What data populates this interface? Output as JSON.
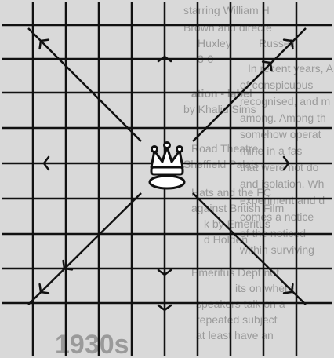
{
  "diagram": {
    "kind": "chess queen movement grid",
    "piece": {
      "name": "queen",
      "icon": "crown-icon"
    },
    "grid": {
      "columns": 8,
      "rows": 8
    },
    "directions": [
      "up",
      "down",
      "left",
      "right",
      "up-left",
      "up-right",
      "down-left",
      "down-right"
    ]
  },
  "bleed_through": {
    "lines": [
      "starring William H",
      "Brown and directe",
      "Russell.",
      "In recent years, A",
      "of conspicuous",
      "recognised, and m",
      "among. Among th",
      "somehow operat",
      "mine in a fas",
      "that were not do",
      "and isolation. Wh",
      "experiment and d",
      "comes a notice",
      "of the noticed",
      "within surviving",
      "Huxley",
      "3-0",
      "ation - label",
      "by Khalid Sims",
      "Road Theatre",
      "Sheffield Palais",
      "Hats and the FC",
      "against British Film",
      "k by Emeritus",
      "d Holden",
      "Emeritus Dept not",
      "its on where",
      "speakers talk on a",
      "repeated subject",
      "at least have an",
      "1930s"
    ]
  },
  "colors": {
    "paper": "#d9d9d9",
    "ink": "#111111",
    "bleed": "#9a9a9a"
  }
}
